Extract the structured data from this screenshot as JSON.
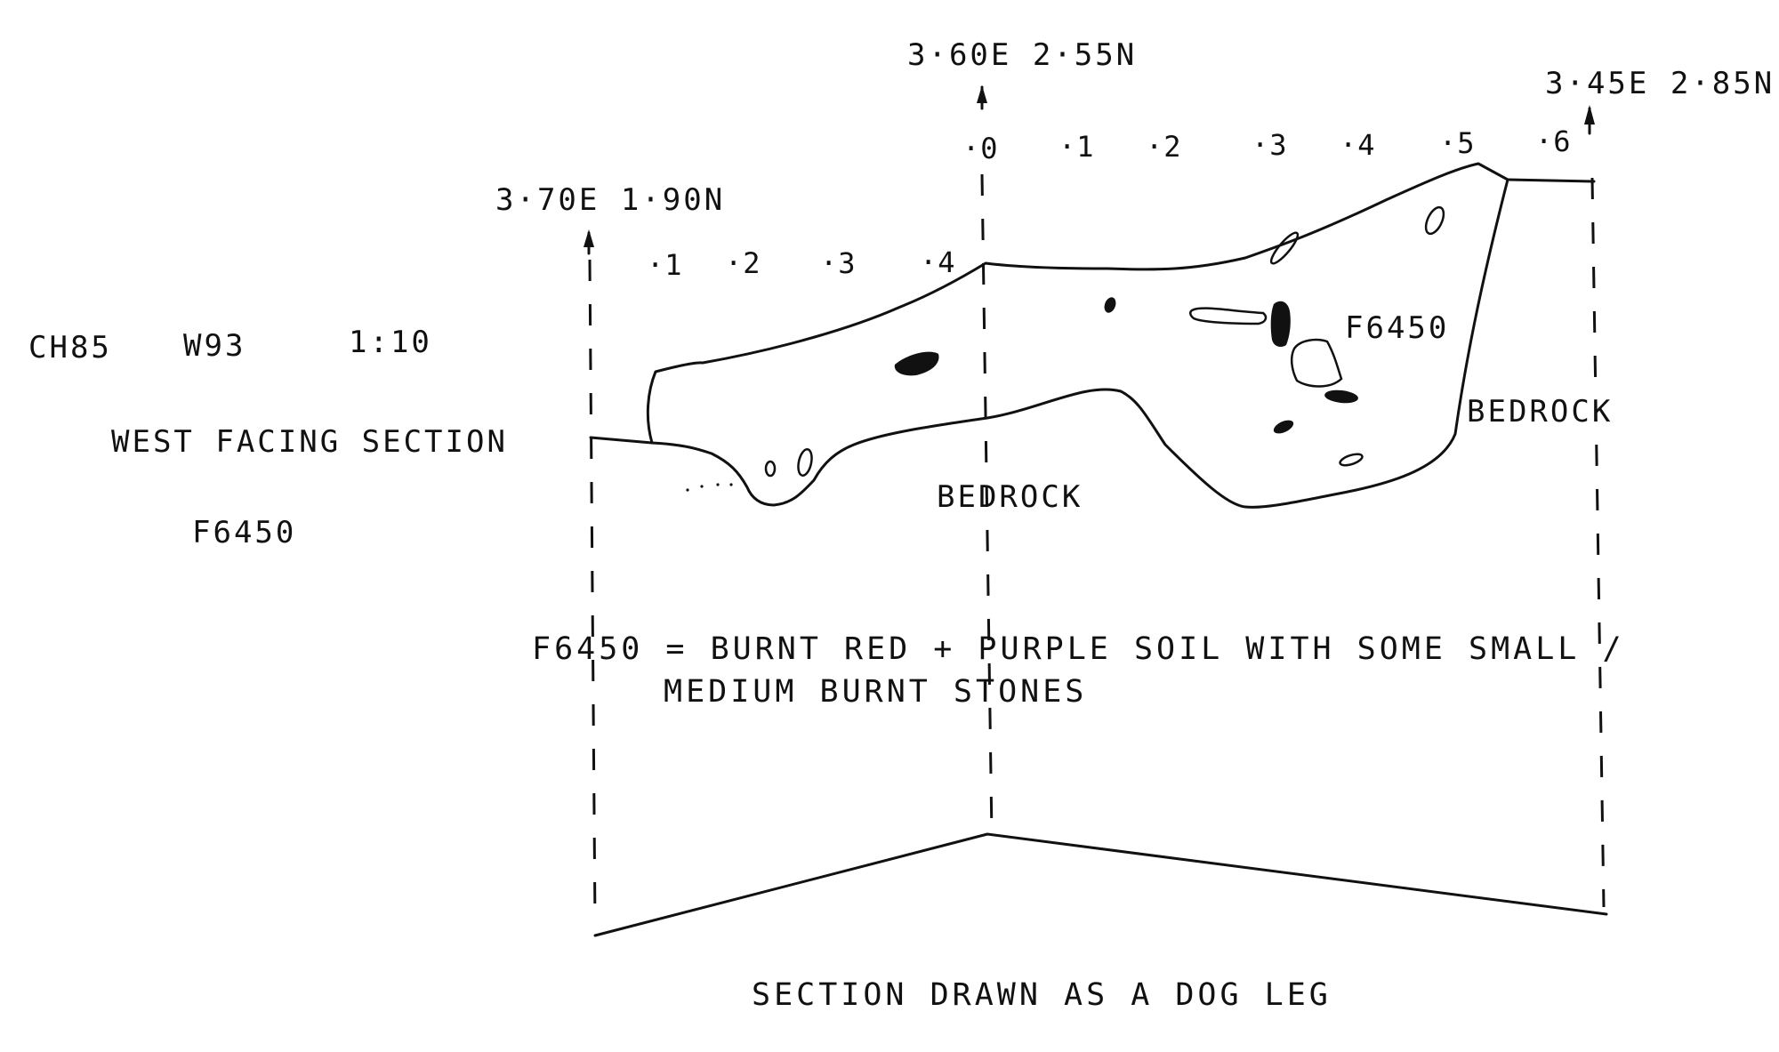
{
  "header": {
    "site_code": "CH85",
    "trench": "W93",
    "scale": "1:10",
    "section_title": "WEST FACING SECTION",
    "feature": "F6450"
  },
  "section": {
    "point_left": "3·70E  1·90N",
    "point_middle": "3·60E  2·55N",
    "point_right": "3·45E  2·85N",
    "ticks_left": [
      "·1",
      "·2",
      "·3",
      "·4"
    ],
    "ticks_right": [
      "·0",
      "·1",
      "·2",
      "·3",
      "·4",
      "·5",
      "·6"
    ],
    "label_bedrock_center": "BEDROCK",
    "label_bedrock_right": "BEDROCK",
    "label_fill": "F6450"
  },
  "legend": {
    "line1": "F6450 = BURNT RED + PURPLE SOIL WITH SOME SMALL /",
    "line2": "MEDIUM BURNT STONES"
  },
  "caption": "SECTION DRAWN AS A DOG LEG"
}
